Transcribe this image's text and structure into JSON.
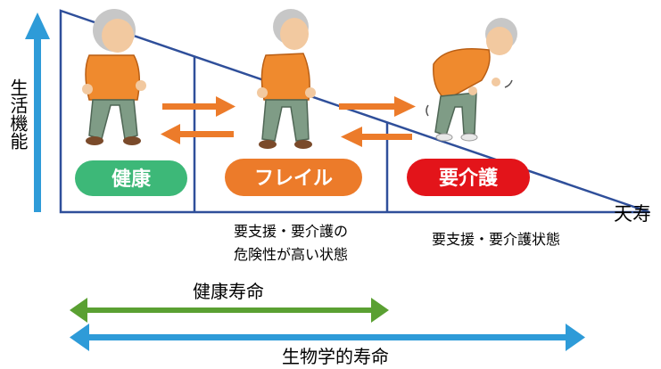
{
  "y_axis_label": "生活機能",
  "end_label": "天寿",
  "stages": [
    {
      "label": "健康",
      "color": "#3db878"
    },
    {
      "label": "フレイル",
      "color": "#ec7b2a"
    },
    {
      "label": "要介護",
      "color": "#e3141a"
    }
  ],
  "zone_captions": {
    "frailty_line1": "要支援・要介護の",
    "frailty_line2": "危険性が高い状態",
    "care": "要支援・要介護状態"
  },
  "spans": [
    {
      "label": "健康寿命",
      "color": "#5aa032"
    },
    {
      "label": "生物学的寿命",
      "color": "#2e9bd8"
    }
  ],
  "colors": {
    "axis_arrow": "#2e9bd8",
    "outline": "#2f4f9a",
    "transition_arrows": "#ec7b2a",
    "shirt": "#ef8a2e",
    "pants": "#7f9c86",
    "skin": "#f2c9a0",
    "hair": "#c7c7c7"
  },
  "icons": [
    "walking-elder-icon",
    "hunched-elder-icon",
    "bent-over-elder-icon"
  ]
}
